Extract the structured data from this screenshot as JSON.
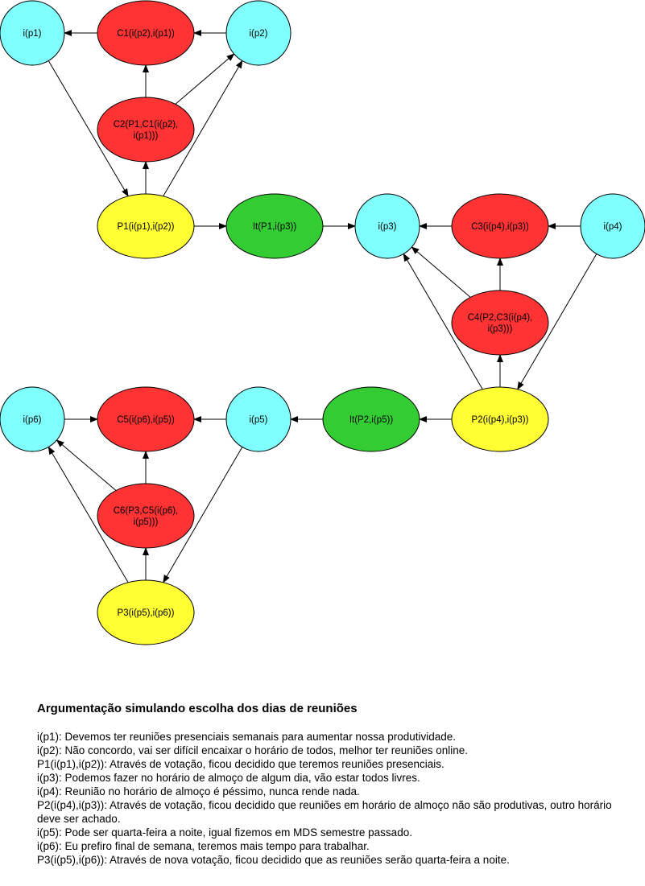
{
  "colors": {
    "info": "#80ffff",
    "attack": "#ff3333",
    "position": "#ffff33",
    "issue": "#33cc33",
    "stroke": "#000000"
  },
  "nodes": {
    "ip1": {
      "label": [
        "i(p1)"
      ],
      "kind": "info"
    },
    "c1": {
      "label": [
        "C1(i(p2),i(p1))"
      ],
      "kind": "attack"
    },
    "ip2": {
      "label": [
        "i(p2)"
      ],
      "kind": "info"
    },
    "c2": {
      "label": [
        "C2(P1,C1(i(p2),",
        "i(p1)))"
      ],
      "kind": "attack"
    },
    "p1": {
      "label": [
        "P1(i(p1),i(p2))"
      ],
      "kind": "position"
    },
    "it1": {
      "label": [
        "It(P1,i(p3))"
      ],
      "kind": "issue"
    },
    "ip3": {
      "label": [
        "i(p3)"
      ],
      "kind": "info"
    },
    "c3": {
      "label": [
        "C3(i(p4),i(p3))"
      ],
      "kind": "attack"
    },
    "ip4": {
      "label": [
        "i(p4)"
      ],
      "kind": "info"
    },
    "c4": {
      "label": [
        "C4(P2,C3(i(p4),",
        "i(p3)))"
      ],
      "kind": "attack"
    },
    "p2": {
      "label": [
        "P2(i(p4),i(p3))"
      ],
      "kind": "position"
    },
    "it2": {
      "label": [
        "It(P2,i(p5))"
      ],
      "kind": "issue"
    },
    "ip5": {
      "label": [
        "i(p5)"
      ],
      "kind": "info"
    },
    "c5": {
      "label": [
        "C5(i(p6),i(p5))"
      ],
      "kind": "attack"
    },
    "ip6": {
      "label": [
        "i(p6)"
      ],
      "kind": "info"
    },
    "c6": {
      "label": [
        "C6(P3,C5(i(p6),",
        "i(p5)))"
      ],
      "kind": "attack"
    },
    "p3": {
      "label": [
        "P3(i(p5),i(p6))"
      ],
      "kind": "position"
    }
  },
  "edges": [
    [
      "c1",
      "ip1"
    ],
    [
      "ip2",
      "c1"
    ],
    [
      "c2",
      "c1"
    ],
    [
      "c2",
      "ip2"
    ],
    [
      "p1",
      "c2"
    ],
    [
      "ip1",
      "p1"
    ],
    [
      "p1",
      "ip2"
    ],
    [
      "p1",
      "it1"
    ],
    [
      "it1",
      "ip3"
    ],
    [
      "c3",
      "ip3"
    ],
    [
      "ip4",
      "c3"
    ],
    [
      "c4",
      "c3"
    ],
    [
      "c4",
      "ip3"
    ],
    [
      "p2",
      "c4"
    ],
    [
      "p2",
      "ip3"
    ],
    [
      "ip4",
      "p2"
    ],
    [
      "p2",
      "it2"
    ],
    [
      "it2",
      "ip5"
    ],
    [
      "ip6",
      "c5"
    ],
    [
      "ip5",
      "c5"
    ],
    [
      "c6",
      "c5"
    ],
    [
      "c6",
      "ip6"
    ],
    [
      "p3",
      "c6"
    ],
    [
      "p3",
      "ip6"
    ],
    [
      "ip5",
      "p3"
    ]
  ],
  "caption": {
    "title": "Argumentação simulando escolha dos dias de reuniões",
    "lines": [
      "i(p1): Devemos ter reuniões presenciais semanais para aumentar nossa produtividade.",
      "i(p2): Não concordo, vai ser difícil encaixar o horário de todos, melhor ter reuniões online.",
      "P1(i(p1),i(p2)): Através de votação, ficou decidido que teremos reuniões presenciais.",
      "i(p3): Podemos fazer no horário de almoço de algum dia, vão estar todos livres.",
      "i(p4): Reunião no horário de almoço é péssimo, nunca rende nada.",
      "P2(i(p4),i(p3)): Através de votação, ficou decidido que reuniões em horário de almoço não são produtivas, outro horário deve ser achado.",
      "i(p5): Pode ser quarta-feira a noite, igual fizemos em MDS semestre passado.",
      "i(p6): Eu prefiro final de semana, teremos mais tempo para trabalhar.",
      "P3(i(p5),i(p6)): Através de nova votação, ficou decidido que as reuniões serão quarta-feira a noite."
    ]
  }
}
